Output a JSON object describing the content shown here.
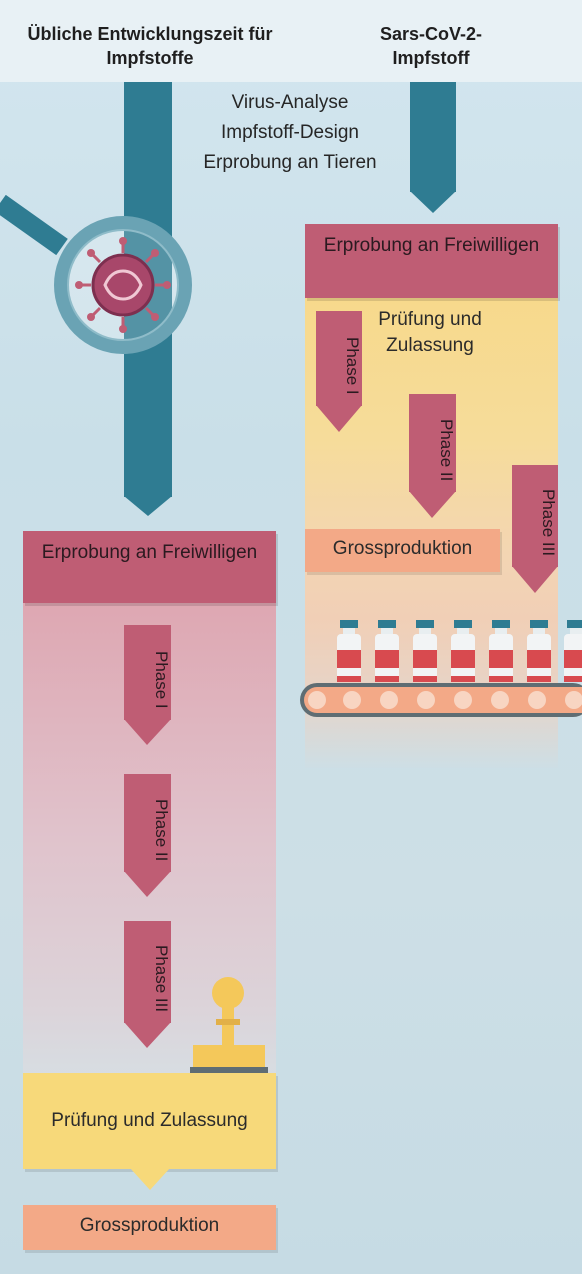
{
  "header": {
    "left_title": "Übliche Entwicklungszeit für Impfstoffe",
    "right_title": "Sars-CoV-2-Impfstoff"
  },
  "early_steps": [
    "Virus-Analyse",
    "Impfstoff-Design",
    "Erprobung an Tieren"
  ],
  "left_track": {
    "volunteer_trial": "Erprobung an Freiwilligen",
    "phases": [
      "Phase I",
      "Phase II",
      "Phase III"
    ],
    "approval": "Prüfung und Zulassung",
    "mass_production": "Grossproduktion"
  },
  "right_track": {
    "volunteer_trial": "Erprobung an Freiwilligen",
    "approval": "Prüfung und Zulassung",
    "phases": [
      "Phase I",
      "Phase II",
      "Phase III"
    ],
    "mass_production": "Grossproduktion"
  },
  "colors": {
    "beam": "#2f7c92",
    "trial": "#bf5d74",
    "approval": "#f7d97a",
    "production": "#f3a987"
  },
  "icons": [
    "magnifier-icon",
    "virus-icon",
    "stamp-icon",
    "vaccine-vial-icon",
    "conveyor-belt-icon"
  ]
}
